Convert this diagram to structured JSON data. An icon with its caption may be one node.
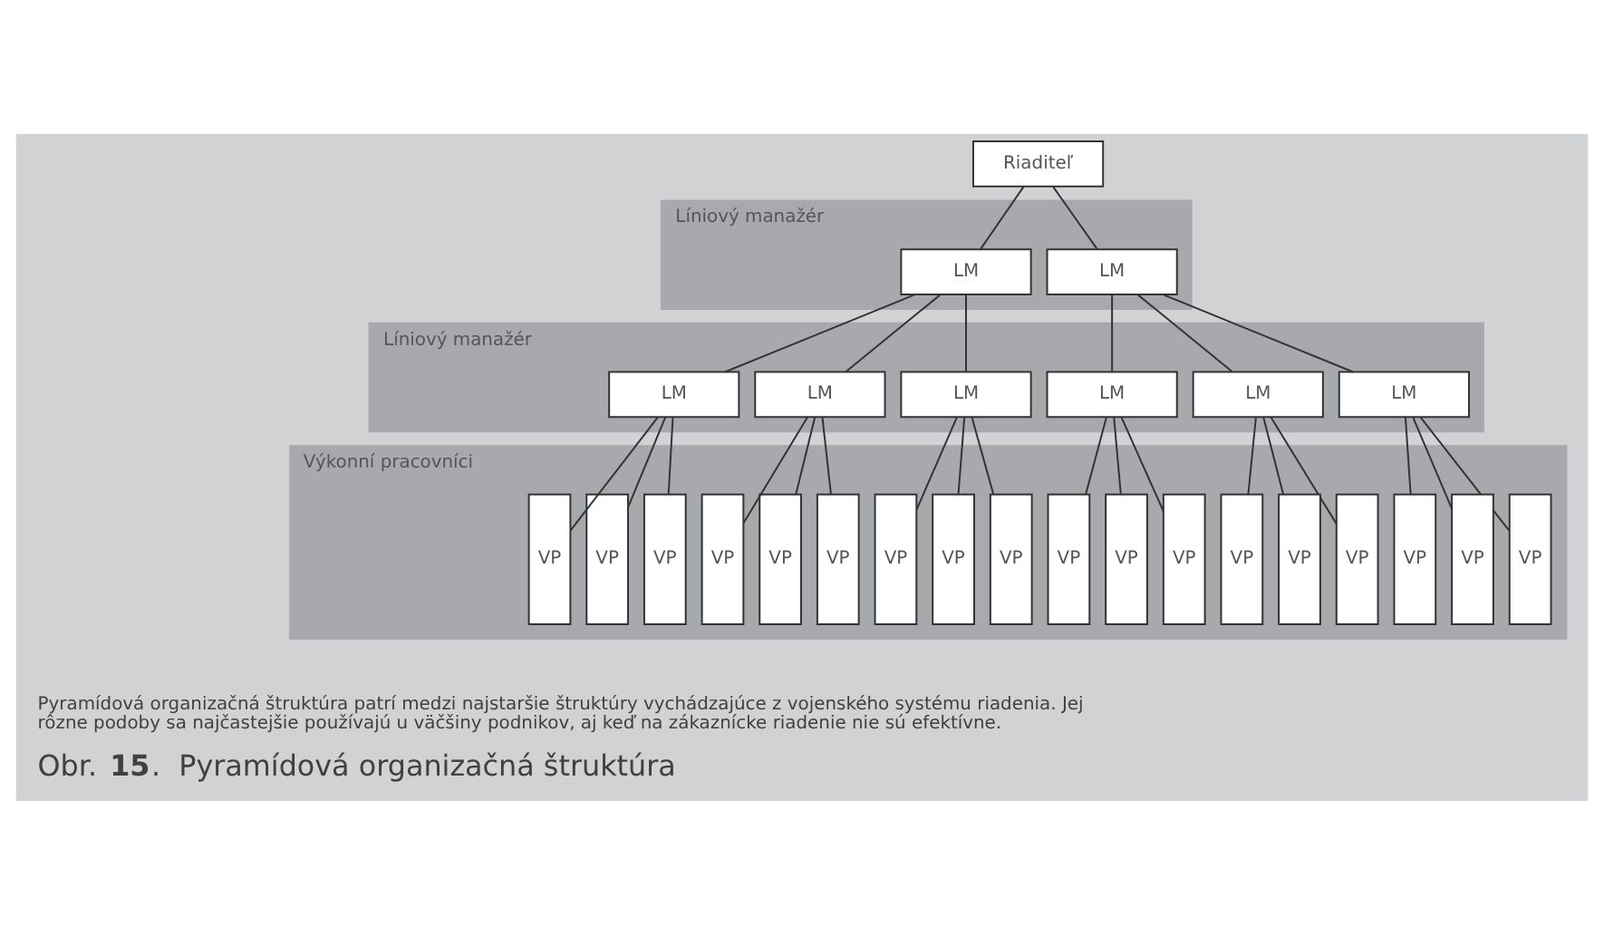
{
  "diagram": {
    "caption": "Obr. **15**.  Pyramídová organizačná štruktúra",
    "nodes": [
      {
        "text": [
          "Riaditeľ"
        ]
      },
      {
        "text": [
          "Líniový manažér"
        ]
      },
      {
        "text": [
          "LM"
        ],
        "in": 1
      },
      {
        "text": [
          "LM"
        ],
        "in": 1
      },
      {
        "text": [
          "Líniový manažér"
        ]
      },
      {
        "text": [
          "LM"
        ],
        "in": 4
      },
      {
        "text": [
          "LM"
        ],
        "in": 4
      },
      {
        "text": [
          "LM"
        ],
        "in": 4
      },
      {
        "text": [
          "LM"
        ],
        "in": 4
      },
      {
        "text": [
          "LM"
        ],
        "in": 4
      },
      {
        "text": [
          "LM"
        ],
        "in": 4
      },
      {
        "text": [
          "Výkonní pracovníci"
        ]
      },
      {
        "text": [
          "VP"
        ],
        "in": 11
      },
      {
        "text": [
          "VP"
        ],
        "in": 11
      },
      {
        "text": [
          "VP"
        ],
        "in": 11
      },
      {
        "text": [
          "VP"
        ],
        "in": 11
      },
      {
        "text": [
          "VP"
        ],
        "in": 11
      },
      {
        "text": [
          "VP"
        ],
        "in": 11
      },
      {
        "text": [
          "VP"
        ],
        "in": 11
      },
      {
        "text": [
          "VP"
        ],
        "in": 11
      },
      {
        "text": [
          "VP"
        ],
        "in": 11
      },
      {
        "text": [
          "VP"
        ],
        "in": 11
      },
      {
        "text": [
          "VP"
        ],
        "in": 11
      },
      {
        "text": [
          "VP"
        ],
        "in": 11
      },
      {
        "text": [
          "VP"
        ],
        "in": 11
      },
      {
        "text": [
          "VP"
        ],
        "in": 11
      },
      {
        "text": [
          "VP"
        ],
        "in": 11
      },
      {
        "text": [
          "VP"
        ],
        "in": 11
      },
      {
        "text": [
          "VP"
        ],
        "in": 11
      },
      {
        "text": [
          "VP"
        ],
        "in": 11
      }
    ],
    "edges": [
      {
        "from": 0,
        "to": 2,
        "arrow": "none"
      },
      {
        "from": 0,
        "to": 3,
        "arrow": "none"
      },
      {
        "from": 2,
        "to": 5,
        "arrow": "none"
      },
      {
        "from": 2,
        "to": 6,
        "arrow": "none"
      },
      {
        "from": 2,
        "to": 7,
        "arrow": "none"
      },
      {
        "from": 3,
        "to": 8,
        "arrow": "none"
      },
      {
        "from": 3,
        "to": 9,
        "arrow": "none"
      },
      {
        "from": 3,
        "to": 10,
        "arrow": "none"
      },
      {
        "from": 5,
        "to": 12,
        "arrow": "none"
      },
      {
        "from": 5,
        "to": 13,
        "arrow": "none"
      },
      {
        "from": 5,
        "to": 14,
        "arrow": "none"
      },
      {
        "from": 6,
        "to": 15,
        "arrow": "none"
      },
      {
        "from": 6,
        "to": 16,
        "arrow": "none"
      },
      {
        "from": 6,
        "to": 17,
        "arrow": "none"
      },
      {
        "from": 7,
        "to": 18,
        "arrow": "none"
      },
      {
        "from": 7,
        "to": 19,
        "arrow": "none"
      },
      {
        "from": 7,
        "to": 20,
        "arrow": "none"
      },
      {
        "from": 8,
        "to": 21,
        "arrow": "none"
      },
      {
        "from": 8,
        "to": 22,
        "arrow": "none"
      },
      {
        "from": 8,
        "to": 23,
        "arrow": "none"
      },
      {
        "from": 9,
        "to": 24,
        "arrow": "none"
      },
      {
        "from": 9,
        "to": 25,
        "arrow": "none"
      },
      {
        "from": 9,
        "to": 26,
        "arrow": "none"
      },
      {
        "from": 10,
        "to": 27,
        "arrow": "none"
      },
      {
        "from": 10,
        "to": 28,
        "arrow": "none"
      },
      {
        "from": 10,
        "to": 29,
        "arrow": "none"
      }
    ],
    "labels": [
      "Pyramídová organizačná štruktúra patrí medzi najstaršie štruktúry vychádzajúce z vojenského systému riadenia. Jej rôzne podoby sa najčastejšie používajú u väčšiny podnikov, aj keď na zákaznícke riadenie nie sú efektívne."
    ]
  }
}
